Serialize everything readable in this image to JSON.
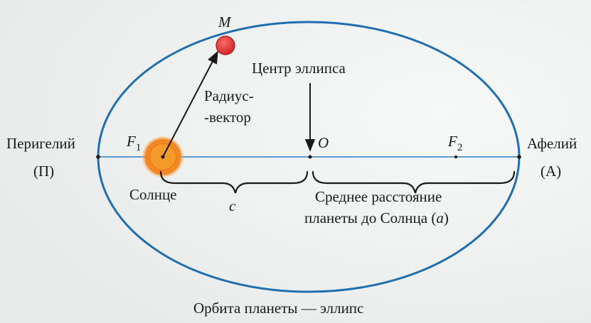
{
  "labels": {
    "point_m": "M",
    "radius_vector_line1": "Радиус-",
    "radius_vector_line2": "-вектор",
    "center_title": "Центр эллипса",
    "center_point": "O",
    "perihelion": "Перигелий",
    "perihelion_short": "(П)",
    "aphelion": "Афелий",
    "aphelion_short": "(А)",
    "focus_letter": "F",
    "focus1_index": "1",
    "focus2_index": "2",
    "sun": "Солнце",
    "distance_c": "c",
    "mean_distance_line1": "Среднее расстояние",
    "mean_distance_line2_prefix": "планеты до Солнца (",
    "mean_distance_a": "a",
    "mean_distance_line2_suffix": ")",
    "caption": "Орбита планеты — эллипс"
  },
  "colors": {
    "orbit": "#1f6fb0",
    "axis": "#2a7fc0",
    "planet": "#e0363a",
    "sun_core": "#f5a12a",
    "sun_glow": "#ffb347",
    "ink": "#1a1a1a"
  }
}
